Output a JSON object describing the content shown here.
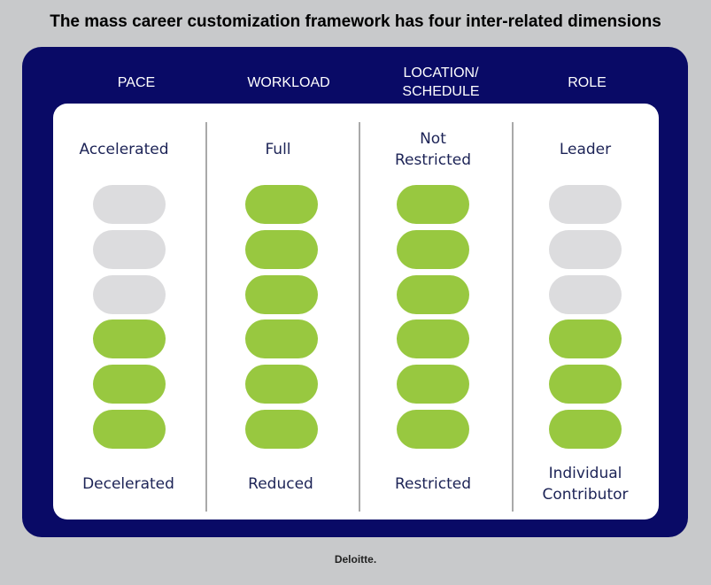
{
  "title": "The mass career customization framework has four inter-related dimensions",
  "columns": [
    {
      "header": "PACE",
      "top_label": "Accelerated",
      "bottom_label": "Decelerated",
      "active_levels": 3
    },
    {
      "header": "WORKLOAD",
      "top_label": "Full",
      "bottom_label": "Reduced",
      "active_levels": 6
    },
    {
      "header": "LOCATION/\nSCHEDULE",
      "top_label": "Not\nRestricted",
      "bottom_label": "Restricted",
      "active_levels": 6
    },
    {
      "header": "ROLE",
      "top_label": "Leader",
      "bottom_label": "Individual\nContributor",
      "active_levels": 3
    }
  ],
  "levels_per_column": 6,
  "footer": "Deloitte.",
  "colors": {
    "page_background": "#c8c9cb",
    "panel": "#090a66",
    "card": "#ffffff",
    "active_level": "#98c840",
    "inactive_level": "#dcdcde",
    "label_text": "#1c2356",
    "divider": "#a9a9a9"
  }
}
